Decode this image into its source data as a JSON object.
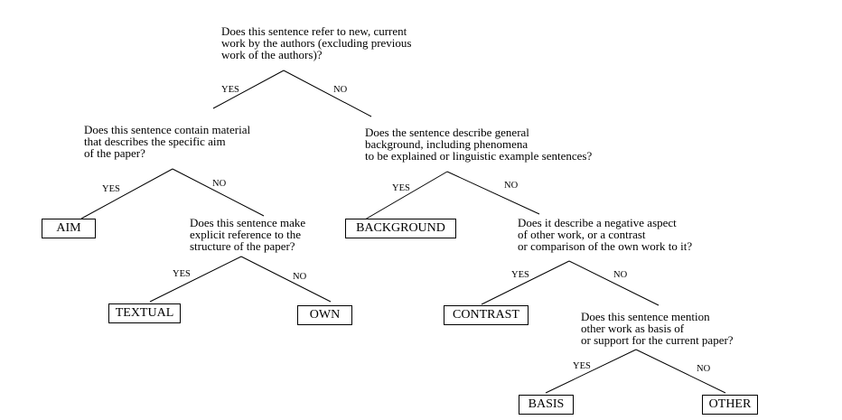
{
  "questions": {
    "q1": [
      "Does this sentence refer to new, current",
      "work by the authors (excluding previous",
      "work of the authors)?"
    ],
    "q2": [
      "Does this sentence contain material",
      "that describes the specific aim",
      "of the paper?"
    ],
    "q3": [
      "Does the sentence describe general",
      "background, including phenomena",
      "to be explained or linguistic example sentences?"
    ],
    "q4": [
      "Does this sentence make",
      "explicit reference to the",
      "structure of the paper?"
    ],
    "q5": [
      "Does it describe a negative aspect",
      "of other work, or a contrast",
      "or comparison of the own work to it?"
    ],
    "q6": [
      "Does this sentence mention",
      "other work as basis of",
      "or support for the current paper?"
    ]
  },
  "edge_labels": {
    "yes": "YES",
    "no": "NO"
  },
  "leaves": {
    "aim": "AIM",
    "background": "BACKGROUND",
    "textual": "TEXTUAL",
    "own": "OWN",
    "contrast": "CONTRAST",
    "basis": "BASIS",
    "other": "OTHER"
  }
}
